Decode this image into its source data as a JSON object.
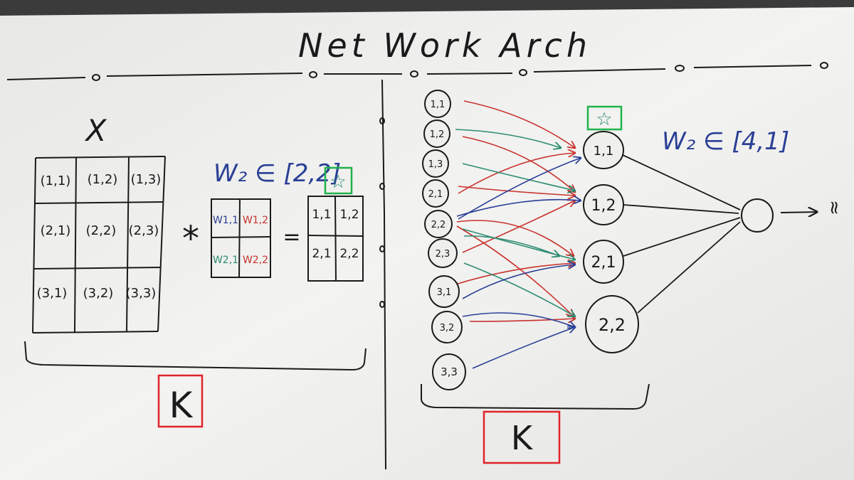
{
  "title": "Net Work Arch",
  "left": {
    "input_label": "X",
    "input_matrix": [
      [
        "(1,1)",
        "(1,2)",
        "(1,3)"
      ],
      [
        "(2,1)",
        "(2,2)",
        "(2,3)"
      ],
      [
        "(3,1)",
        "(3,2)",
        "(3,3)"
      ]
    ],
    "operator": "*",
    "weight_label": "W₂ ∈ [2,2]",
    "weight_matrix": [
      [
        "W1,1",
        "W1,2"
      ],
      [
        "W2,1",
        "W2,2"
      ]
    ],
    "equals": "=",
    "star": "☆",
    "output_matrix": [
      [
        "1,1",
        "1,2"
      ],
      [
        "2,1",
        "2,2"
      ]
    ],
    "brace_label": "K"
  },
  "right": {
    "input_nodes": [
      "1,1",
      "1,2",
      "1,3",
      "2,1",
      "2,2",
      "2,3",
      "3,1",
      "3,2",
      "3,3"
    ],
    "hidden_nodes": [
      "1,1",
      "1,2",
      "2,1",
      "2,2"
    ],
    "star": "☆",
    "weight_label": "W₂ ∈ [4,1]",
    "output_symbol": "≈",
    "brace_label": "K"
  },
  "colors": {
    "board": "#efefec",
    "ink": "#1a1a1a",
    "blue_marker": "#2a3f96",
    "red_marker": "#c8322c",
    "green_marker": "#2c8c72",
    "green_box": "#1fb24a",
    "red_box": "#e0232b"
  }
}
